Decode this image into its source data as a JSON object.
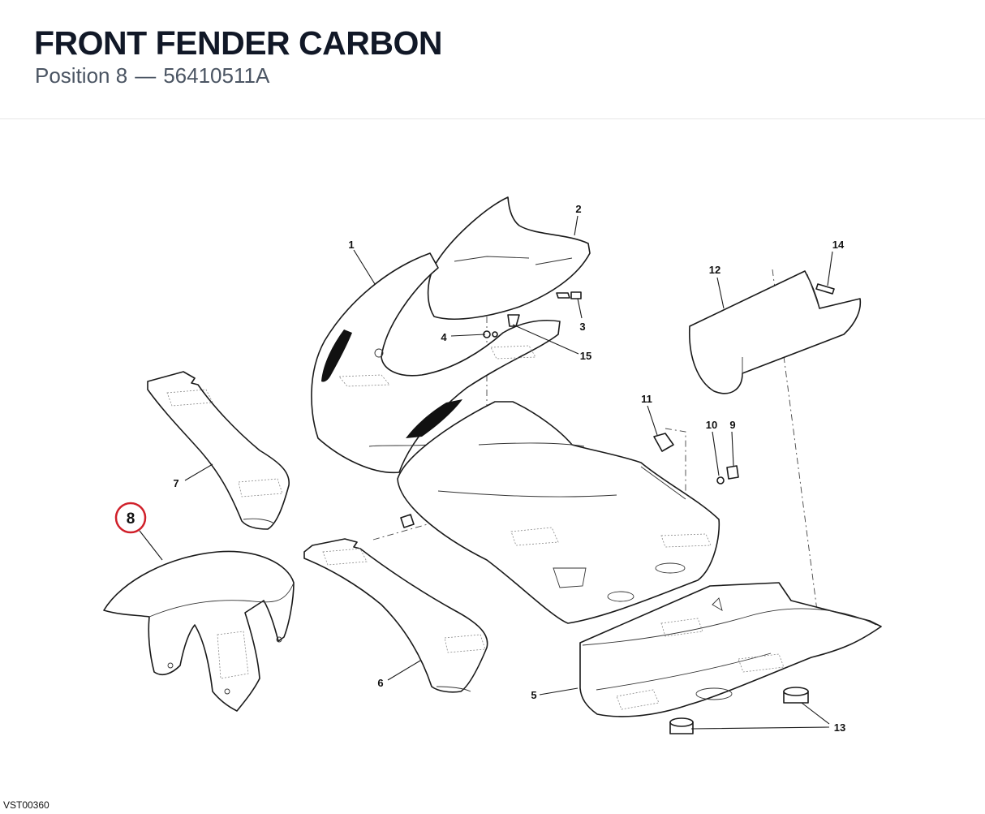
{
  "header": {
    "title": "FRONT FENDER CARBON",
    "position_label": "Position 8",
    "separator": "—",
    "part_number": "56410511A"
  },
  "diagram": {
    "highlight_color": "#d0202a",
    "highlighted_callout": "8",
    "callouts": [
      "1",
      "2",
      "3",
      "4",
      "5",
      "6",
      "7",
      "8",
      "9",
      "10",
      "11",
      "12",
      "13",
      "14",
      "15"
    ],
    "drawing_code": "VST00360"
  }
}
